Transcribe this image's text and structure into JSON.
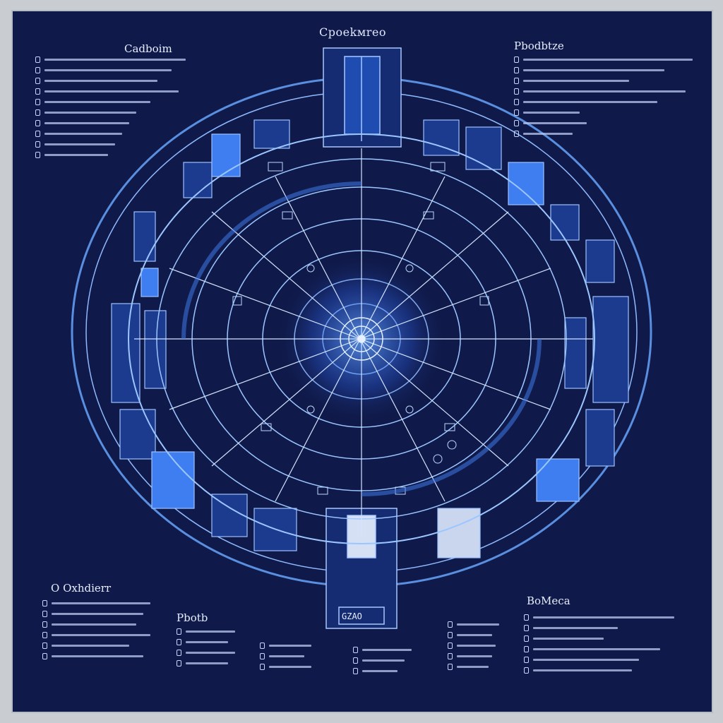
{
  "diagram": {
    "title": "Cpoekмreo",
    "labels": {
      "top_left": "Cadboim",
      "top_right": "Pbodbtze",
      "bottom_left": "O Oxhdierr",
      "bottom_right": "BoMeca",
      "bottom_mid": "Pbotb",
      "gate_label": "GZAO"
    },
    "colors": {
      "background": "#101a4a",
      "line": "#7fb3ff",
      "glow": "#3b7bff",
      "fill_accent": "#4c8dff",
      "text": "#e6eeff"
    }
  }
}
